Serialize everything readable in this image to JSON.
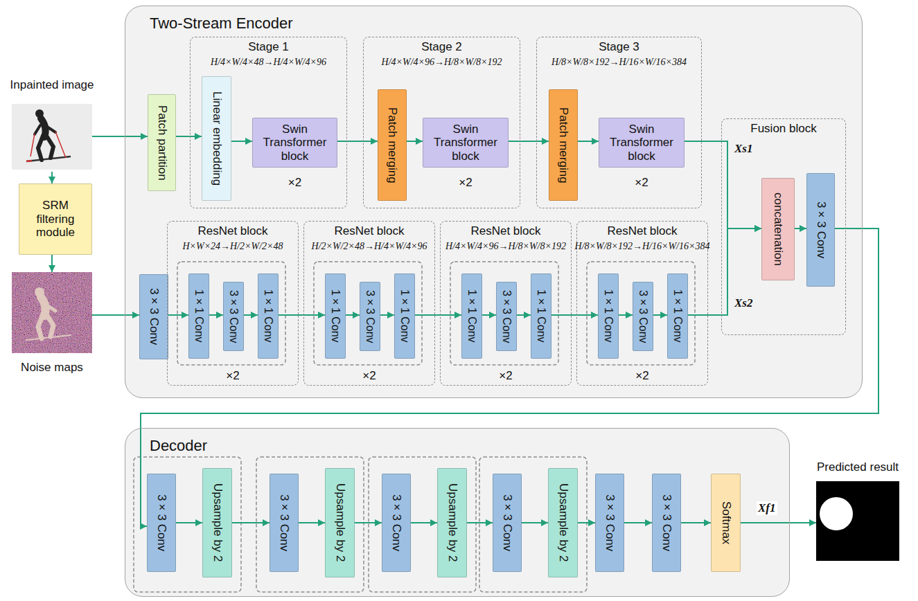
{
  "diagram": {
    "nodes": [
      {
        "text": [
          "Inpainted image"
        ]
      },
      {
        "text": [
          "Two-Stream Encoder"
        ]
      },
      {
        "text": [
          "Patch partition"
        ],
        "in": 1
      },
      {
        "text": [
          "Stage 1",
          "H/4×W/4×48→H/4×W/4×96"
        ],
        "in": 1
      },
      {
        "text": [
          "Linear embedding"
        ],
        "in": 3
      },
      {
        "text": [
          "Swin Transformer block",
          "×2"
        ],
        "in": 3
      },
      {
        "text": [
          "Stage 2",
          "H/4×W/4×96→H/8×W/8×192"
        ],
        "in": 1
      },
      {
        "text": [
          "Patch merging"
        ],
        "in": 6
      },
      {
        "text": [
          "Swin Transformer block",
          "×2"
        ],
        "in": 6
      },
      {
        "text": [
          "Stage 3",
          "H/8×W/8×192→H/16×W/16×384"
        ],
        "in": 1
      },
      {
        "text": [
          "Patch merging"
        ],
        "in": 9
      },
      {
        "text": [
          "Swin Transformer block",
          "×2"
        ],
        "in": 9
      },
      {
        "text": [
          "Fusion block"
        ],
        "in": 1
      },
      {
        "text": [
          "concatenation"
        ],
        "in": 12
      },
      {
        "text": [
          "3×3 Conv"
        ],
        "in": 12
      },
      {
        "text": [
          "SRM filtering module"
        ]
      },
      {
        "text": [
          "Noise maps"
        ]
      },
      {
        "text": [
          "3×3 Conv"
        ],
        "in": 1
      },
      {
        "text": [
          "ResNet block",
          "H×W×24→H/2×W/2×48",
          "×2"
        ],
        "in": 1
      },
      {
        "text": [
          "1×1 Conv"
        ],
        "in": 18
      },
      {
        "text": [
          "3×3 Conv"
        ],
        "in": 18
      },
      {
        "text": [
          "1×1 Conv"
        ],
        "in": 18
      },
      {
        "text": [
          "ResNet block",
          "H/2×W/2×48→H/4×W/4×96",
          "×2"
        ],
        "in": 1
      },
      {
        "text": [
          "1×1 Conv"
        ],
        "in": 22
      },
      {
        "text": [
          "3×3 Conv"
        ],
        "in": 22
      },
      {
        "text": [
          "1×1 Conv"
        ],
        "in": 22
      },
      {
        "text": [
          "ResNet block",
          "H/4×W/4×96→H/8×W/8×192",
          "×2"
        ],
        "in": 1
      },
      {
        "text": [
          "1×1 Conv"
        ],
        "in": 26
      },
      {
        "text": [
          "3×3 Conv"
        ],
        "in": 26
      },
      {
        "text": [
          "1×1 Conv"
        ],
        "in": 26
      },
      {
        "text": [
          "ResNet block",
          "H/8×W/8×192→H/16×W/16×384",
          "×2"
        ],
        "in": 1
      },
      {
        "text": [
          "1×1 Conv"
        ],
        "in": 30
      },
      {
        "text": [
          "3×3 Conv"
        ],
        "in": 30
      },
      {
        "text": [
          "1×1 Conv"
        ],
        "in": 30
      },
      {
        "text": [
          "Decoder"
        ]
      },
      {
        "text": [
          "3×3 Conv"
        ],
        "in": 34
      },
      {
        "text": [
          "Upsample by 2"
        ],
        "in": 34
      },
      {
        "text": [
          "3×3 Conv"
        ],
        "in": 34
      },
      {
        "text": [
          "Upsample by 2"
        ],
        "in": 34
      },
      {
        "text": [
          "3×3 Conv"
        ],
        "in": 34
      },
      {
        "text": [
          "Upsample by 2"
        ],
        "in": 34
      },
      {
        "text": [
          "3×3 Conv"
        ],
        "in": 34
      },
      {
        "text": [
          "Upsample by 2"
        ],
        "in": 34
      },
      {
        "text": [
          "3×3 Conv"
        ],
        "in": 34
      },
      {
        "text": [
          "3×3 Conv"
        ],
        "in": 34
      },
      {
        "text": [
          "Softmax"
        ],
        "in": 34
      },
      {
        "text": [
          "Predicted result"
        ]
      }
    ],
    "edges": [
      {
        "from": 0,
        "to": 15,
        "arrow": "to"
      },
      {
        "from": 15,
        "to": 16,
        "arrow": "to"
      },
      {
        "from": 0,
        "to": 2,
        "arrow": "to"
      },
      {
        "from": 2,
        "to": 4,
        "arrow": "to"
      },
      {
        "from": 4,
        "to": 5,
        "arrow": "to"
      },
      {
        "from": 5,
        "to": 7,
        "arrow": "to"
      },
      {
        "from": 7,
        "to": 8,
        "arrow": "to"
      },
      {
        "from": 8,
        "to": 10,
        "arrow": "to"
      },
      {
        "from": 10,
        "to": 11,
        "arrow": "to"
      },
      {
        "from": 11,
        "to": 13,
        "label": "Xs1",
        "arrow": "to"
      },
      {
        "from": 16,
        "to": 17,
        "arrow": "to"
      },
      {
        "from": 17,
        "to": 19,
        "arrow": "to"
      },
      {
        "from": 19,
        "to": 20,
        "arrow": "to"
      },
      {
        "from": 20,
        "to": 21,
        "arrow": "to"
      },
      {
        "from": 21,
        "to": 23,
        "arrow": "to"
      },
      {
        "from": 23,
        "to": 24,
        "arrow": "to"
      },
      {
        "from": 24,
        "to": 25,
        "arrow": "to"
      },
      {
        "from": 25,
        "to": 27,
        "arrow": "to"
      },
      {
        "from": 27,
        "to": 28,
        "arrow": "to"
      },
      {
        "from": 28,
        "to": 29,
        "arrow": "to"
      },
      {
        "from": 29,
        "to": 31,
        "arrow": "to"
      },
      {
        "from": 31,
        "to": 32,
        "arrow": "to"
      },
      {
        "from": 32,
        "to": 33,
        "arrow": "to"
      },
      {
        "from": 33,
        "to": 13,
        "label": "Xs2",
        "arrow": "to"
      },
      {
        "from": 13,
        "to": 14,
        "arrow": "to"
      },
      {
        "from": 14,
        "to": 35,
        "arrow": "to"
      },
      {
        "from": 35,
        "to": 36,
        "arrow": "to"
      },
      {
        "from": 36,
        "to": 37,
        "arrow": "to"
      },
      {
        "from": 37,
        "to": 38,
        "arrow": "to"
      },
      {
        "from": 38,
        "to": 39,
        "arrow": "to"
      },
      {
        "from": 39,
        "to": 40,
        "arrow": "to"
      },
      {
        "from": 40,
        "to": 41,
        "arrow": "to"
      },
      {
        "from": 41,
        "to": 42,
        "arrow": "to"
      },
      {
        "from": 42,
        "to": 43,
        "arrow": "to"
      },
      {
        "from": 43,
        "to": 44,
        "arrow": "to"
      },
      {
        "from": 44,
        "to": 45,
        "arrow": "to"
      },
      {
        "from": 45,
        "to": 46,
        "label": "Xf1",
        "arrow": "to"
      }
    ]
  }
}
